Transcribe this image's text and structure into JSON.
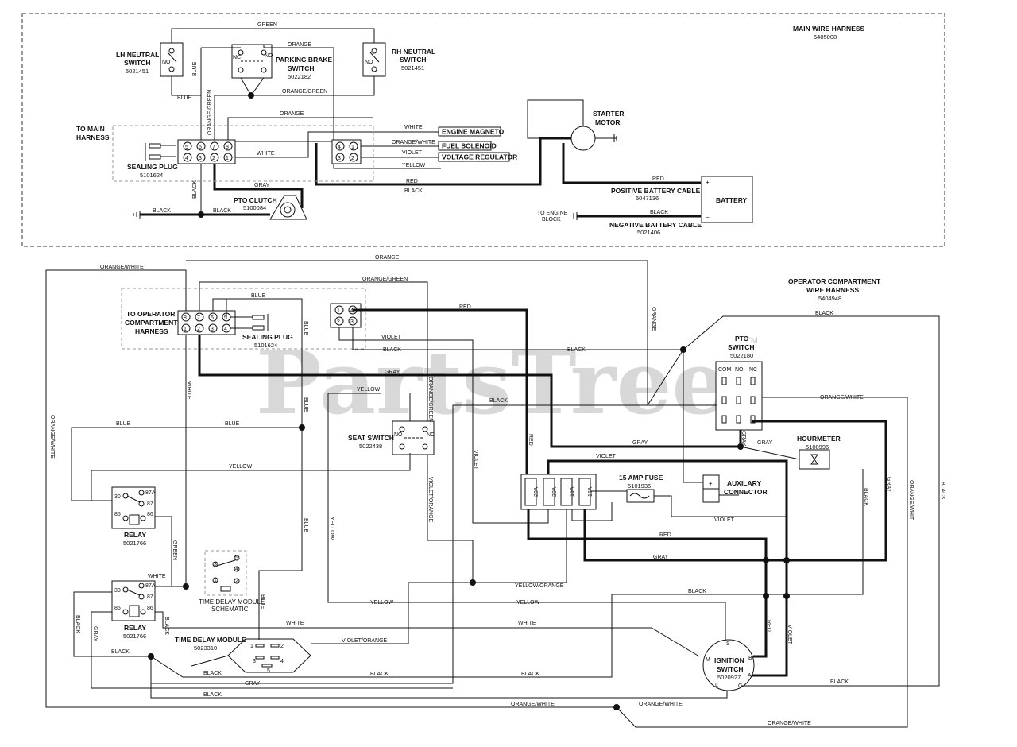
{
  "watermark": {
    "text": "PartsTree",
    "tm": "TM"
  },
  "main_harness": {
    "title": "MAIN WIRE HARNESS",
    "part": "5405008",
    "lh_neutral": {
      "name1": "LH NEUTRAL",
      "name2": "SWITCH",
      "part": "5021451",
      "pin": "NO"
    },
    "rh_neutral": {
      "name1": "RH NEUTRAL",
      "name2": "SWITCH",
      "part": "5021451",
      "pin": "NO"
    },
    "parking_brake": {
      "name1": "PARKING BRAKE",
      "name2": "SWITCH",
      "part": "5022182",
      "pin_nc": "NC",
      "pin_no": "NO"
    },
    "to_main1": "TO MAIN",
    "to_main2": "HARNESS",
    "sealing_plug": {
      "name": "SEALING PLUG",
      "part": "5101624",
      "pins_top": [
        "5",
        "6",
        "7",
        "8"
      ],
      "pins_bottom": [
        "4",
        "3",
        "2",
        "1"
      ]
    },
    "small_connector": {
      "pins_top": [
        "4",
        "1"
      ],
      "pins_bottom": [
        "3",
        "2"
      ]
    },
    "engine_magneto": "ENGINE MAGNETO",
    "fuel_solenoid": "FUEL SOLENOID",
    "voltage_regulator": "VOLTAGE REGULATOR",
    "starter_motor1": "STARTER",
    "starter_motor2": "MOTOR",
    "pto_clutch": {
      "name": "PTO CLUTCH",
      "part": "5100084"
    },
    "battery": {
      "name": "BATTERY",
      "plus": "+",
      "minus": "−"
    },
    "positive_cable": {
      "name": "POSITIVE BATTERY CABLE",
      "part": "5047136"
    },
    "negative_cable": {
      "name": "NEGATIVE BATTERY CABLE",
      "part": "5021406"
    },
    "to_engine_block1": "TO ENGINE",
    "to_engine_block2": "BLOCK",
    "wires": {
      "green": "GREEN",
      "orange": "ORANGE",
      "blue": "BLUE",
      "orange_green": "ORANGE/GREEN",
      "white": "WHITE",
      "orange_white": "ORANGE/WHITE",
      "violet": "VIOLET",
      "yellow": "YELLOW",
      "red": "RED",
      "black": "BLACK",
      "gray": "GRAY"
    }
  },
  "operator_harness": {
    "title1": "OPERATOR COMPARTMENT",
    "title2": "WIRE HARNESS",
    "part": "5404948",
    "to_operator1": "TO OPERATOR",
    "to_operator2": "COMPARTMENT",
    "to_operator3": "HARNESS",
    "sealing_plug": {
      "name": "SEALING PLUG",
      "part": "5101624",
      "pins_top": [
        "8",
        "7",
        "6",
        "5"
      ],
      "pins_bottom": [
        "1",
        "2",
        "3",
        "4"
      ]
    },
    "small_connector": {
      "pins_top": [
        "1",
        "4"
      ],
      "pins_bottom": [
        "2",
        "3"
      ]
    },
    "pto_switch": {
      "name1": "PTO",
      "name2": "SWITCH",
      "part": "5022180",
      "cols": [
        "COM",
        "NO",
        "NC"
      ]
    },
    "seat_switch": {
      "name": "SEAT SWITCH",
      "part": "5022438",
      "pin_no": "NO",
      "pin_nc": "NC"
    },
    "hourmeter": {
      "name": "HOURMETER",
      "part": "5100996"
    },
    "aux_connector": {
      "name1": "AUXILARY",
      "name2": "CONNECTOR",
      "plus": "+",
      "minus": "−"
    },
    "fuses": [
      "20A",
      "20A",
      "15A",
      "15A"
    ],
    "fuse_15amp": {
      "name": "15 AMP FUSE",
      "part": "5101935"
    },
    "relay1": {
      "name": "RELAY",
      "part": "5021766",
      "pins": [
        "30",
        "87A",
        "87",
        "85",
        "86"
      ]
    },
    "relay2": {
      "name": "RELAY",
      "part": "5021766",
      "pins": [
        "30",
        "87A",
        "87",
        "85",
        "86"
      ]
    },
    "time_delay_schematic": {
      "name1": "TIME DELAY MODULE",
      "name2": "SCHEMATIC",
      "pins": [
        "1",
        "2",
        "3",
        "4",
        "5"
      ]
    },
    "time_delay_module": {
      "name": "TIME DELAY MODULE",
      "part": "5023310",
      "pins": [
        "1",
        "2",
        "3",
        "4",
        "5"
      ]
    },
    "ignition": {
      "name1": "IGNITION",
      "name2": "SWITCH",
      "part": "5020927",
      "pins": [
        "S",
        "B",
        "A",
        "G",
        "L",
        "M"
      ]
    },
    "wires": {
      "orange_white": "ORANGE/WHITE",
      "orange": "ORANGE",
      "orange_green": "ORANGE/GREEN",
      "blue": "BLUE",
      "red": "RED",
      "violet": "VIOLET",
      "black": "BLACK",
      "gray": "GRAY",
      "yellow": "YELLOW",
      "white": "WHITE",
      "green": "GREEN",
      "violet_orange": "VIOLET/ORANGE",
      "yellow_orange": "YELLOW/ORANGE",
      "orange_whit": "ORANGE/WHIT"
    }
  }
}
